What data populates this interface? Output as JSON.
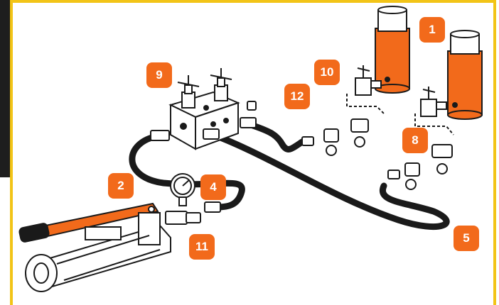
{
  "colors": {
    "accent": "#f26a1b",
    "frame": "#f2c417",
    "dark": "#1e1e1e",
    "line": "#1a1a1a"
  },
  "callouts": [
    {
      "id": "badge-1",
      "label": "1"
    },
    {
      "id": "badge-2",
      "label": "2"
    },
    {
      "id": "badge-4",
      "label": "4"
    },
    {
      "id": "badge-5",
      "label": "5"
    },
    {
      "id": "badge-8",
      "label": "8"
    },
    {
      "id": "badge-9",
      "label": "9"
    },
    {
      "id": "badge-10",
      "label": "10"
    },
    {
      "id": "badge-11",
      "label": "11"
    },
    {
      "id": "badge-12",
      "label": "12"
    }
  ],
  "components": [
    "hydraulic-cylinder",
    "hydraulic-hose",
    "pressure-gauge",
    "quick-coupler",
    "manifold-block",
    "valve",
    "hand-pump"
  ]
}
